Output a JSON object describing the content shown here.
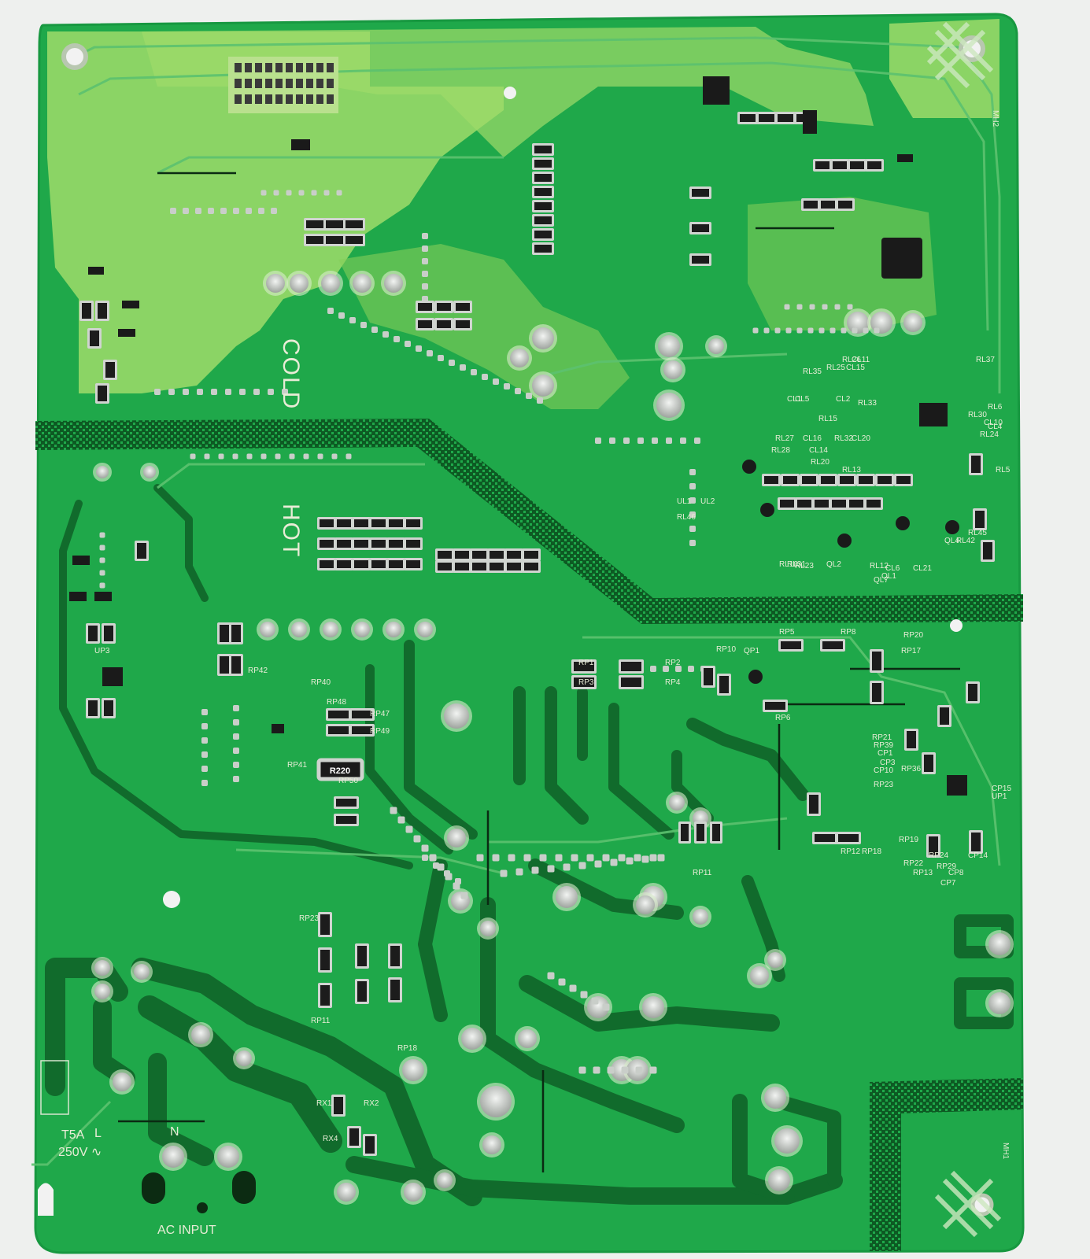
{
  "board": {
    "colors": {
      "solder_mask": "#1fa84a",
      "copper_pour": "#9fdc6a",
      "trace_dark": "#116b2c",
      "pad_silver": "#cfd3cf",
      "silkscreen": "#e8ecd6",
      "background": "#eef0ee",
      "chip_black": "#1a1a1a"
    },
    "labels": {
      "cold": "COLD",
      "hot": "HOT",
      "ac_input": "AC INPUT",
      "fuse_rating": "T5A",
      "voltage": "250V ∿",
      "neutral": "N",
      "line": "L",
      "shunt": "R220",
      "mh1": "MH1",
      "mh2": "MH2"
    },
    "components": {
      "hot_side": [
        "RP1",
        "RP2",
        "RP3",
        "RP4",
        "RP5",
        "RP6",
        "RP8",
        "RP10",
        "RP11",
        "RP12",
        "RP13",
        "RP17",
        "RP18",
        "RP19",
        "RP20",
        "RP21",
        "RP22",
        "RP23",
        "RP24",
        "RP29",
        "RP36",
        "RP39",
        "RP40",
        "RP41",
        "RP42",
        "RP47",
        "RP48",
        "RP49",
        "RP50"
      ],
      "cold_side": [
        "RL5",
        "RL6",
        "RL10",
        "RL12",
        "RL13",
        "RL15",
        "RL20",
        "RL23",
        "RL24",
        "RL25",
        "RL26",
        "RL27",
        "RL28",
        "RL30",
        "RL31",
        "RL32",
        "RL33",
        "RL35",
        "RL37",
        "RL42",
        "RL45",
        "RL46",
        "CL1",
        "CL2",
        "CL4",
        "CL5",
        "CL6",
        "CL10",
        "CL11",
        "CL14",
        "CL15",
        "CL16",
        "CL20",
        "CL21",
        "QL1",
        "QL2",
        "QL4",
        "QL7",
        "UL1",
        "UL2"
      ],
      "input_stage": [
        "RX1",
        "RX2",
        "RX4",
        "RP11",
        "RP18",
        "RP23",
        "CP1",
        "CP3",
        "CP7",
        "CP8",
        "CP10",
        "CP14",
        "CP15",
        "QP1",
        "UP1",
        "UP3"
      ]
    }
  }
}
